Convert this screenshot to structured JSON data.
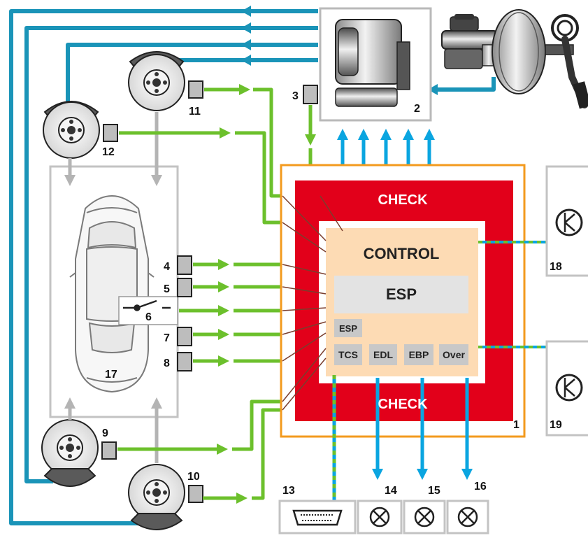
{
  "labels": {
    "n1": "1",
    "n2": "2",
    "n3": "3",
    "n4": "4",
    "n5": "5",
    "n6": "6",
    "n7": "7",
    "n8": "8",
    "n9": "9",
    "n10": "10",
    "n11": "11",
    "n12": "12",
    "n13": "13",
    "n14": "14",
    "n15": "15",
    "n16": "16",
    "n17": "17",
    "n18": "18",
    "n19": "19"
  },
  "ecu": {
    "check_top": "CHECK",
    "check_bottom": "CHECK",
    "control": "CONTROL",
    "esp_main": "ESP",
    "esp_small": "ESP",
    "modules": [
      "TCS",
      "EDL",
      "EBP",
      "Over"
    ]
  },
  "colors": {
    "signal_blue": "#0aa5e0",
    "hydraulic_teal": "#1a94b8",
    "sensor_green": "#6cc02c",
    "check_red": "#e2001a",
    "control_peach": "#fddbb4",
    "ecu_orange": "#f39a1e",
    "grey_block": "#c8c8c8",
    "arrow_grey": "#b4b4b4",
    "wire_brown": "#7a3e2e"
  },
  "icons": {
    "hydraulic_unit": "hydraulic-unit-icon",
    "brake_booster": "brake-booster-icon",
    "wheel_brake": "wheel-brake-icon",
    "car": "car-topview-icon",
    "switch": "switch-icon",
    "warning_lamp": "warning-lamp-icon",
    "diagnostic_connector": "obd-connector-icon",
    "relay": "relay-icon"
  }
}
